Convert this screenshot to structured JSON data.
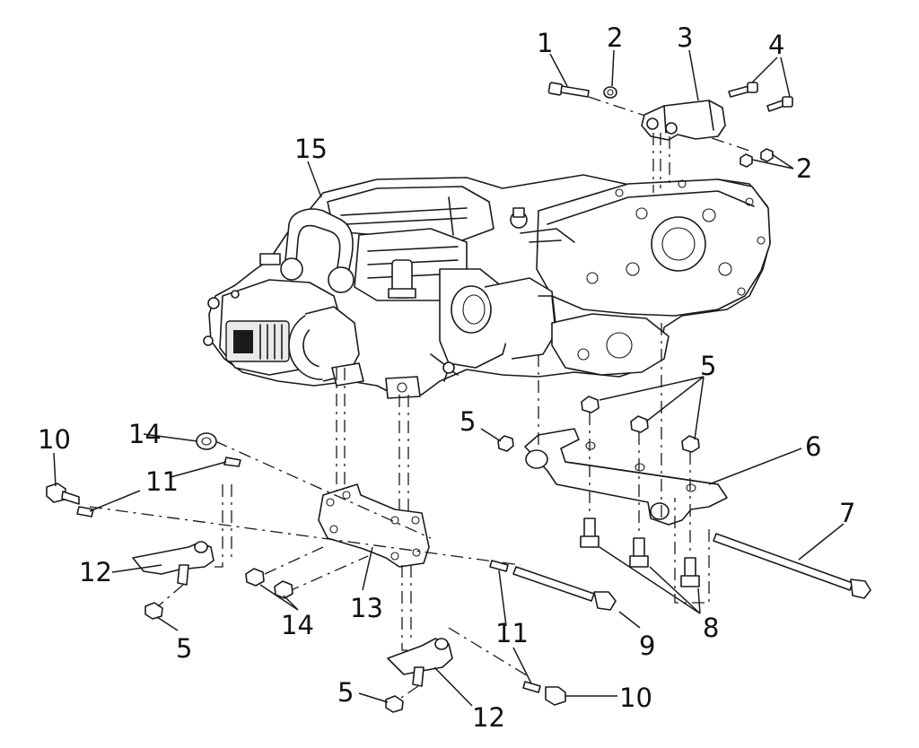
{
  "callouts": {
    "c1": "1",
    "c2a": "2",
    "c2b": "2",
    "c3": "3",
    "c4": "4",
    "c5a": "5",
    "c5b": "5",
    "c5c": "5",
    "c5d": "5",
    "c6": "6",
    "c7": "7",
    "c8": "8",
    "c9": "9",
    "c10a": "10",
    "c10b": "10",
    "c11a": "11",
    "c11b": "11",
    "c12a": "12",
    "c12b": "12",
    "c13": "13",
    "c14a": "14",
    "c14b": "14",
    "c15": "15"
  },
  "colors": {
    "line": "#1a1a1a",
    "background": "#ffffff"
  }
}
